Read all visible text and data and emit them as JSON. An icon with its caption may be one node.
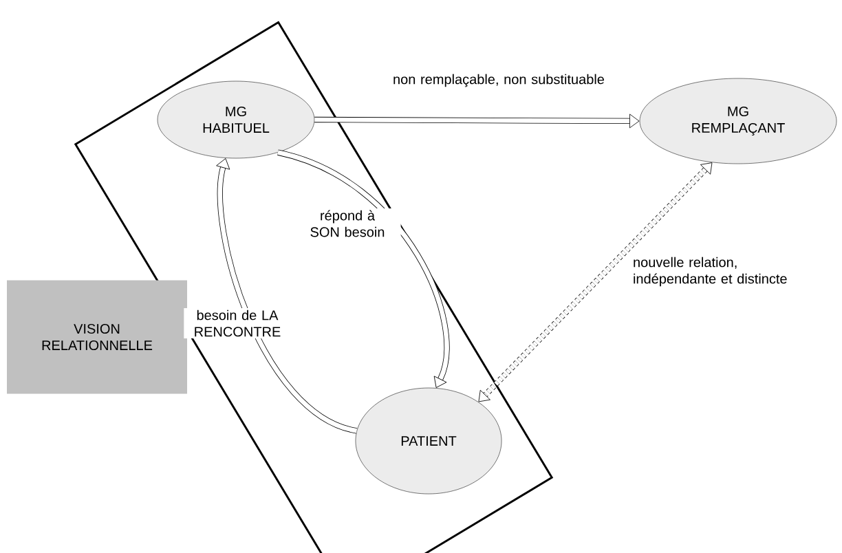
{
  "diagram": {
    "nodes": [
      {
        "text": [],
        "shape": "box"
      },
      {
        "text": [
          "MG HABITUEL"
        ],
        "in": 0
      },
      {
        "text": [
          "MG REMPLAÇANT"
        ]
      },
      {
        "text": [
          "PATIENT"
        ],
        "in": 0
      },
      {
        "text": [
          "VISION RELATIONNELLE"
        ]
      }
    ],
    "edges": [
      {
        "from": 1,
        "to": 2,
        "arrow": "to",
        "label": "non remplaçable, non substituable"
      },
      {
        "from": 3,
        "to": 1,
        "arrow": "to",
        "label": "besoin de LA RENCONTRE"
      },
      {
        "from": 1,
        "to": 3,
        "arrow": "to",
        "label": "répond à SON besoin"
      },
      {
        "from": 2,
        "to": 3,
        "arrow": "both",
        "style": "dashed",
        "label": "nouvelle relation, indépendante et distincte"
      }
    ]
  }
}
